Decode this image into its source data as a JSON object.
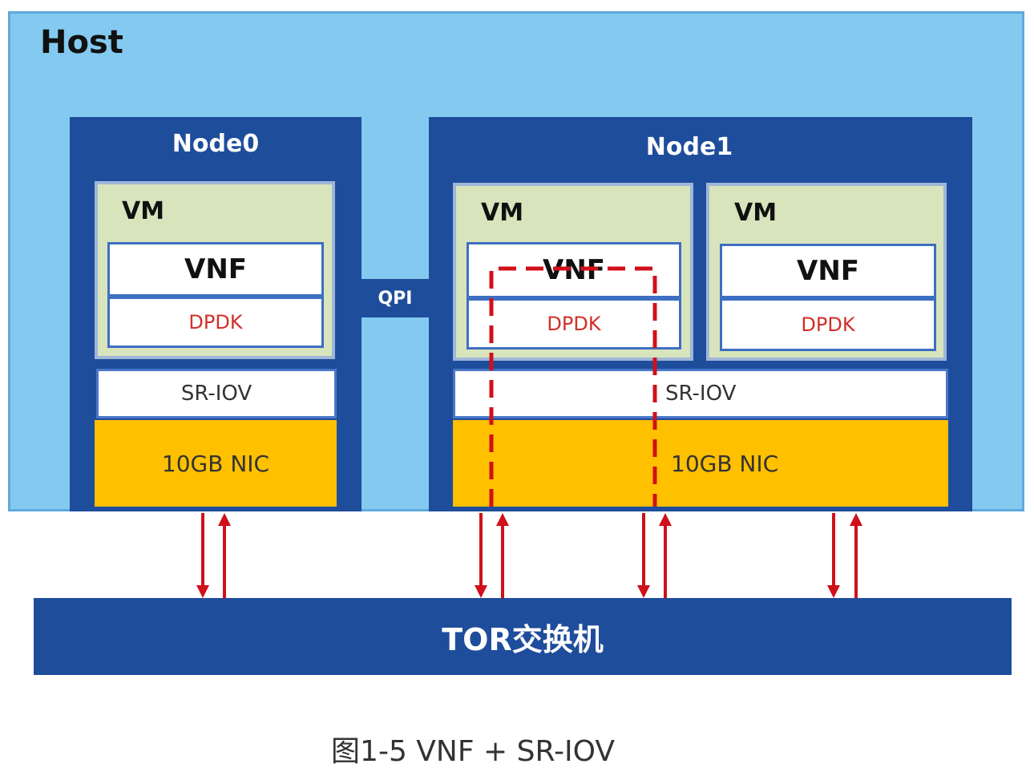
{
  "host": {
    "title": "Host"
  },
  "qpi_label": "QPI",
  "node0": {
    "title": "Node0",
    "vm": {
      "title": "VM",
      "vnf": "VNF",
      "dpdk": "DPDK"
    },
    "sriov": "SR-IOV",
    "nic": "10GB NIC"
  },
  "node1": {
    "title": "Node1",
    "vms": [
      {
        "title": "VM",
        "vnf": "VNF",
        "dpdk": "DPDK"
      },
      {
        "title": "VM",
        "vnf": "VNF",
        "dpdk": "DPDK"
      }
    ],
    "sriov": "SR-IOV",
    "nic": "10GB NIC"
  },
  "tor": {
    "label": "TOR交换机"
  },
  "caption": "图1-5 VNF + SR-IOV",
  "colors": {
    "host_bg": "#84c9ef",
    "node_bg": "#1e4d9c",
    "vm_bg": "#d8e4bc",
    "nic_bg": "#ffc000",
    "arrow": "#d0101a"
  }
}
